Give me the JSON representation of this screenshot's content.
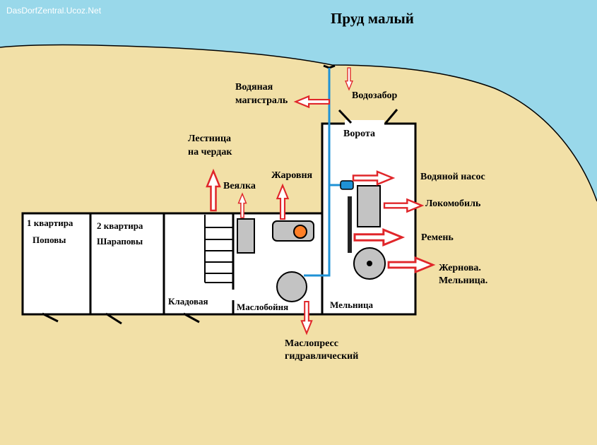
{
  "watermark": "DasDorfZentral.Ucoz.Net",
  "title": "Пруд малый",
  "colors": {
    "land": "#f2e0a7",
    "water": "#99d8ea",
    "arrow": "#e0262a",
    "pipe": "#1f92d6",
    "pump": "#1f92d6",
    "machine": "#c3c3c3",
    "furnace": "#ff7f27",
    "wall": "#000000",
    "room": "#ffffff"
  },
  "labels": {
    "water_main_1": "Водяная",
    "water_main_2": "магистраль",
    "water_intake": "Водозабор",
    "gate": "Ворота",
    "stairs_1": "Лестница",
    "stairs_2": "на чердак",
    "winnower": "Веялка",
    "brazier": "Жаровня",
    "water_pump": "Водяной насос",
    "locomobile": "Локомобиль",
    "belt": "Ремень",
    "millstones_1": "Жернова.",
    "millstones_2": "Мельница.",
    "apt1_1": "1 квартира",
    "apt1_2": "Поповы",
    "apt2_1": "2 квартира",
    "apt2_2": "Шараповы",
    "pantry": "Кладовая",
    "oil_mill": "Маслобойня",
    "mill": "Мельница",
    "oil_press_1": "Маслопресс",
    "oil_press_2": "гидравлический"
  }
}
